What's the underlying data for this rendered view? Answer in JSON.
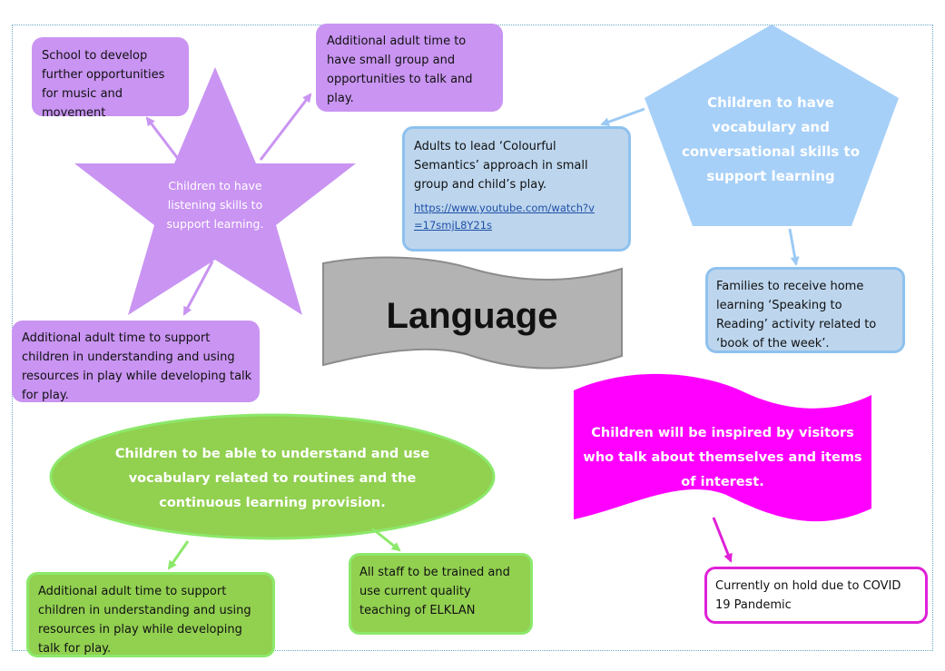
{
  "title": "Language",
  "star": {
    "text": "Children to have listening skills to support learning."
  },
  "pentagon": {
    "text": "Children to have vocabulary and conversational skills to support learning"
  },
  "ellipse": {
    "text": "Children to be able to understand and use vocabulary related to routines and the continuous learning provision."
  },
  "wave_pink": {
    "text": "Children will be inspired by visitors who talk about themselves and items of interest."
  },
  "boxes": {
    "music": "School to develop further opportunities for music and movement",
    "small_group": "Additional adult time to have small group and opportunities to talk and play.",
    "purple_support": "Additional adult time to support children in understanding and using resources in play while developing talk for play.",
    "colourful_semantics": "Adults to lead ‘Colourful Semantics’ approach in small group and child’s play.",
    "colourful_link": "https://www.youtube.com/watch?v=17smjL8Y21s",
    "home_learning": "Families to receive home learning ‘Speaking to Reading’ activity related to ‘book of the week’.",
    "green_support": "Additional adult time to support children in understanding and using resources in play while developing talk for play.",
    "elklan": "All staff to be trained and use current quality teaching of ELKLAN",
    "covid": "Currently on hold due to COVID 19 Pandemic"
  },
  "colors": {
    "purple": "#c994f2",
    "light_blue": "#a7d0f8",
    "green": "#92d050",
    "magenta": "#ff00ff",
    "grey": "#b3b3b3"
  }
}
